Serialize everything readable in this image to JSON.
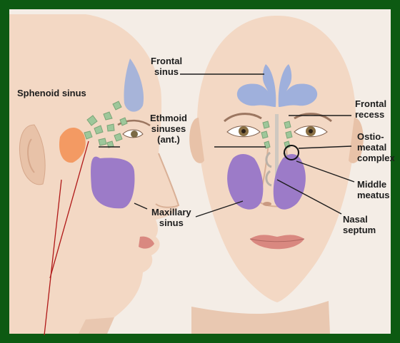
{
  "labels": {
    "sphenoid": [
      "Sphenoid sinus"
    ],
    "frontal": [
      "Frontal",
      "sinus"
    ],
    "ethmoid": [
      "Ethmoid",
      "sinuses",
      "(ant.)"
    ],
    "maxillary": [
      "Maxillary",
      "sinus"
    ],
    "frontal_recess": [
      "Frontal",
      "recess"
    ],
    "omc": [
      "Ostio-",
      "meatal",
      "complex"
    ],
    "middle_meatus": [
      "Middle",
      "meatus"
    ],
    "nasal_septum": [
      "Nasal",
      "septum"
    ]
  },
  "colors": {
    "frame": "#0d5a12",
    "background": "#f4ede6",
    "skin": "#f3d8c4",
    "skin_shade": "#e3bda4",
    "sinus_blue": "#9fb0dc",
    "sinus_purple": "#9c7bc8",
    "ethmoid_green": "#9ec79a",
    "sphenoid_orange": "#f39a63",
    "annotation_red": "#b01818"
  }
}
